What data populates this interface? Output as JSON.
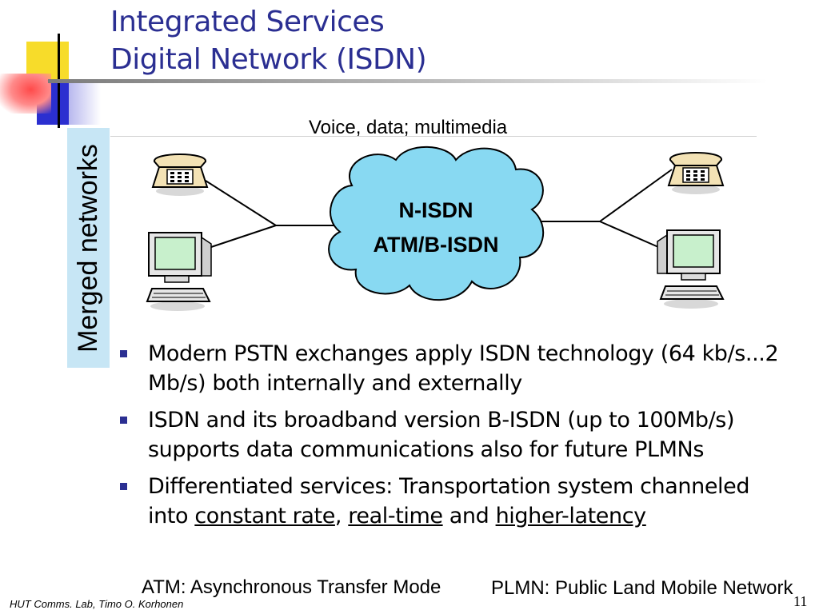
{
  "slide": {
    "title_line1": "Integrated Services",
    "title_line2": "Digital Network (ISDN)",
    "caption": "Voice, data; multimedia",
    "side_label": "Merged networks",
    "cloud_line1": "N-ISDN",
    "cloud_line2": "ATM/B-ISDN",
    "bullets": [
      {
        "text": "Modern PSTN exchanges apply ISDN technology (64 kb/s...2 Mb/s) both internally and externally"
      },
      {
        "text": "ISDN and its broadband version B-ISDN (up to 100Mb/s) supports data communications also for future PLMNs"
      },
      {
        "prefix": "Differentiated services: Transportation system channeled into ",
        "u1": "constant rate",
        "sep1": ", ",
        "u2": "real-time",
        "sep2": " and ",
        "u3": "higher-latency"
      }
    ],
    "footnote_left": "ATM: Asynchronous Transfer Mode",
    "footnote_right": "PLMN: Public Land Mobile Network",
    "author": "HUT Comms. Lab, Timo O. Korhonen",
    "page_number": "11"
  },
  "colors": {
    "title": "#2b2f92",
    "cloud": "#88d9f2",
    "side_label_bg": "#c7e6f5",
    "bullet": "#2b2f92"
  },
  "icons": [
    "telephone-icon",
    "computer-icon",
    "cloud-shape"
  ]
}
